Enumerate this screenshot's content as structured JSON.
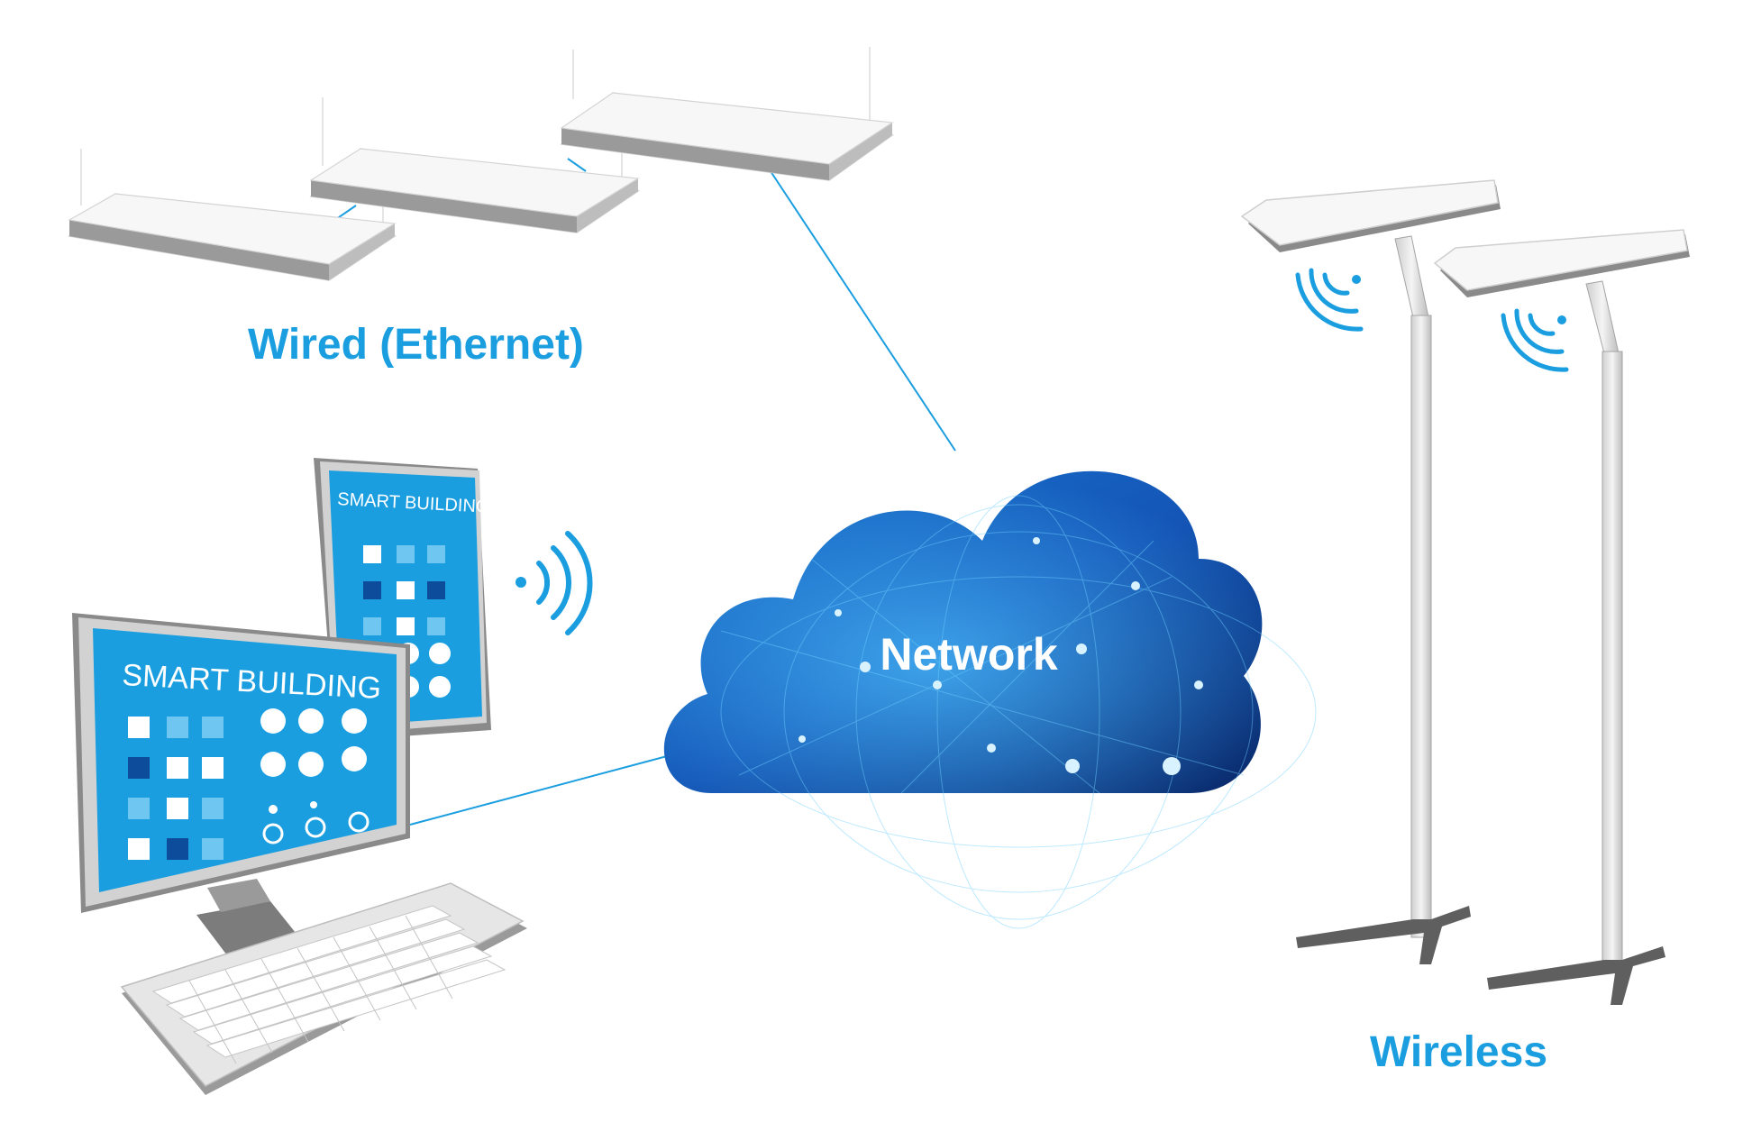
{
  "labels": {
    "wired": "Wired (Ethernet)",
    "wireless": "Wireless",
    "network": "Network"
  },
  "screens": {
    "tablet_title": "SMART BUILDING",
    "monitor_title": "SMART BUILDING"
  },
  "colors": {
    "accent": "#1a9ee0",
    "cloud_dark": "#0b2d6e",
    "cloud_light": "#1f8fe0",
    "screen_blue": "#1a9ee0",
    "fixture_gray": "#8c8c8c"
  },
  "icons": {
    "wifi_tablet": "wifi-signal-icon",
    "wifi_lamp": "wifi-signal-icon"
  }
}
